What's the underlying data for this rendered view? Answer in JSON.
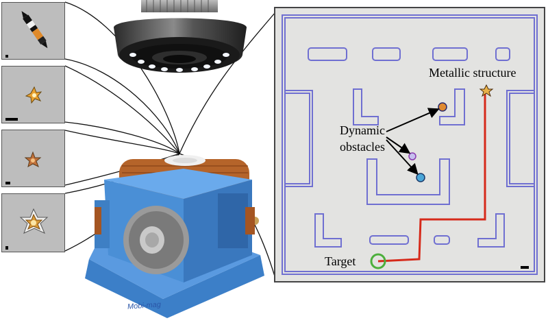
{
  "figure": {
    "annotations": {
      "metallic_structure": "Metallic structure",
      "dynamic_obstacles_line1": "Dynamic",
      "dynamic_obstacles_line2": "obstacles",
      "target": "Target"
    },
    "device_engraving": "Mobi-mag"
  },
  "colors": {
    "wall": "#6f6fd1",
    "path": "#d62a1a",
    "target_ring": "#4caf3c",
    "device_blue": "#4a8fd6",
    "coil_copper": "#b5642a",
    "arena_bg": "#e3e3e1"
  },
  "icons": [
    "lens-icon",
    "scale-bar-icon",
    "target-ring-icon",
    "arrow-icon",
    "star-particle-icon"
  ]
}
